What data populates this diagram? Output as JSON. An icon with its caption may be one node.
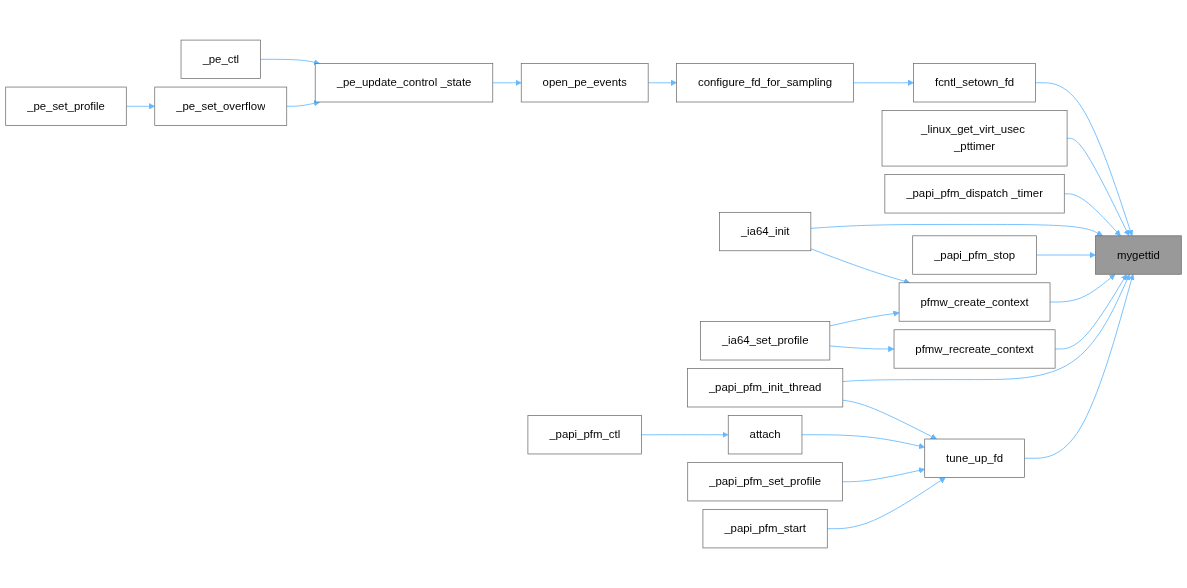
{
  "diagram": {
    "nodes": [
      {
        "text": [
          "_pe_ctl"
        ]
      },
      {
        "text": [
          "_pe_update_control _state"
        ]
      },
      {
        "text": [
          "_pe_set_profile"
        ]
      },
      {
        "text": [
          "_pe_set_overflow"
        ]
      },
      {
        "text": [
          "open_pe_events"
        ]
      },
      {
        "text": [
          "configure_fd_for_sampling"
        ]
      },
      {
        "text": [
          "fcntl_setown_fd"
        ]
      },
      {
        "text": [
          "_linux_get_virt_usec _pttimer"
        ]
      },
      {
        "text": [
          "_papi_pfm_dispatch _timer"
        ]
      },
      {
        "text": [
          "_ia64_init"
        ]
      },
      {
        "text": [
          "_papi_pfm_stop"
        ]
      },
      {
        "text": [
          "mygettid"
        ]
      },
      {
        "text": [
          "pfmw_create_context"
        ]
      },
      {
        "text": [
          "_ia64_set_profile"
        ]
      },
      {
        "text": [
          "pfmw_recreate_context"
        ]
      },
      {
        "text": [
          "_papi_pfm_init_thread"
        ]
      },
      {
        "text": [
          "_papi_pfm_ctl"
        ]
      },
      {
        "text": [
          "attach"
        ]
      },
      {
        "text": [
          "tune_up_fd"
        ]
      },
      {
        "text": [
          "_papi_pfm_set_profile"
        ]
      },
      {
        "text": [
          "_papi_pfm_start"
        ]
      }
    ],
    "edges": [
      {
        "from": 0,
        "to": 1,
        "arrow": "to"
      },
      {
        "from": 2,
        "to": 3,
        "arrow": "to"
      },
      {
        "from": 3,
        "to": 1,
        "arrow": "to"
      },
      {
        "from": 1,
        "to": 4,
        "arrow": "to"
      },
      {
        "from": 4,
        "to": 5,
        "arrow": "to"
      },
      {
        "from": 5,
        "to": 6,
        "arrow": "to"
      },
      {
        "from": 6,
        "to": 11,
        "arrow": "to"
      },
      {
        "from": 7,
        "to": 11,
        "arrow": "to"
      },
      {
        "from": 8,
        "to": 11,
        "arrow": "to"
      },
      {
        "from": 9,
        "to": 11,
        "arrow": "to"
      },
      {
        "from": 10,
        "to": 11,
        "arrow": "to"
      },
      {
        "from": 12,
        "to": 11,
        "arrow": "to"
      },
      {
        "from": 14,
        "to": 11,
        "arrow": "to"
      },
      {
        "from": 15,
        "to": 11,
        "arrow": "to"
      },
      {
        "from": 18,
        "to": 11,
        "arrow": "to"
      },
      {
        "from": 9,
        "to": 12,
        "arrow": "to"
      },
      {
        "from": 13,
        "to": 12,
        "arrow": "to"
      },
      {
        "from": 13,
        "to": 14,
        "arrow": "to"
      },
      {
        "from": 15,
        "to": 18,
        "arrow": "to"
      },
      {
        "from": 17,
        "to": 18,
        "arrow": "to"
      },
      {
        "from": 16,
        "to": 17,
        "arrow": "to"
      },
      {
        "from": 19,
        "to": 18,
        "arrow": "to"
      },
      {
        "from": 20,
        "to": 18,
        "arrow": "to"
      }
    ]
  }
}
